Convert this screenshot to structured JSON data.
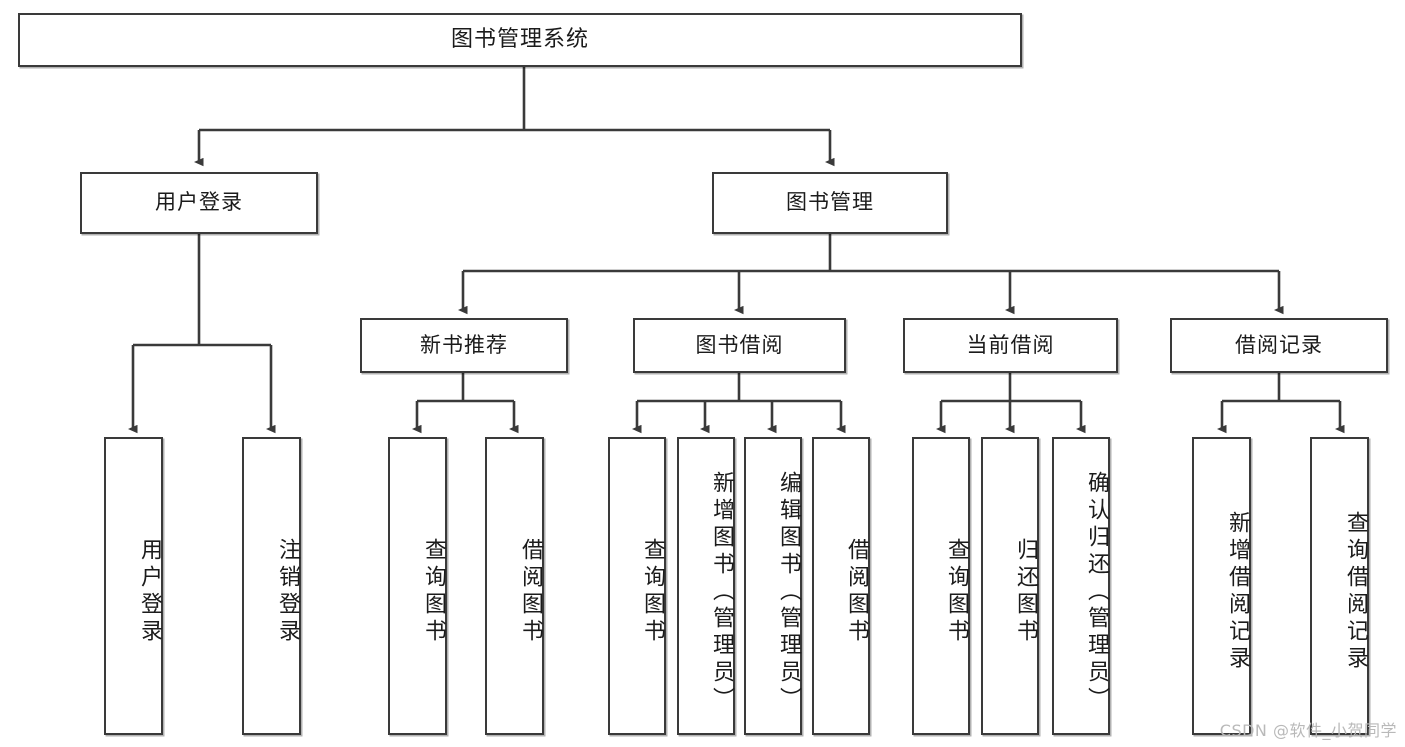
{
  "diagram": {
    "type": "tree",
    "title": "图书管理系统",
    "watermark": "CSDN @软件_小贺同学",
    "colors": {
      "stroke": "#3a3a3a",
      "fill": "#ffffff",
      "text": "#1b1b1b",
      "watermark": "#b9b9b9"
    },
    "root": {
      "label": "图书管理系统"
    },
    "level1": [
      {
        "label": "用户登录"
      },
      {
        "label": "图书管理"
      }
    ],
    "level2": [
      {
        "label": "新书推荐"
      },
      {
        "label": "图书借阅"
      },
      {
        "label": "当前借阅"
      },
      {
        "label": "借阅记录"
      }
    ],
    "leaves": {
      "user_login": [
        {
          "label": "用户登录"
        },
        {
          "label": "注销登录"
        }
      ],
      "new_book": [
        {
          "label": "查询图书"
        },
        {
          "label": "借阅图书"
        }
      ],
      "book_borrow": [
        {
          "label": "查询图书"
        },
        {
          "label": "新增图书（管理员）"
        },
        {
          "label": "编辑图书（管理员）"
        },
        {
          "label": "借阅图书"
        }
      ],
      "current_borrow": [
        {
          "label": "查询图书"
        },
        {
          "label": "归还图书"
        },
        {
          "label": "确认归还（管理员）"
        }
      ],
      "borrow_record": [
        {
          "label": "新增借阅记录"
        },
        {
          "label": "查询借阅记录"
        }
      ]
    }
  }
}
